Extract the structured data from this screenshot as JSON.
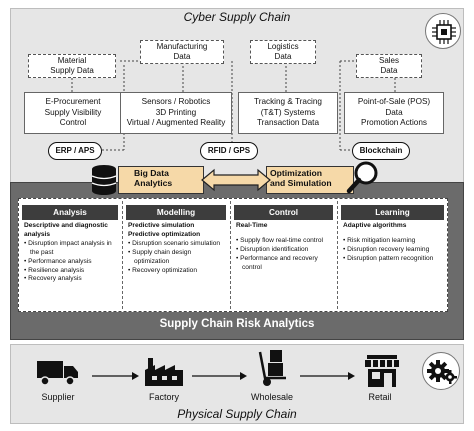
{
  "cyber_title": "Cyber Supply Chain",
  "physical_title": "Physical Supply Chain",
  "data_sources": [
    {
      "line1": "Material",
      "line2": "Supply Data"
    },
    {
      "line1": "Manufacturing",
      "line2": "Data"
    },
    {
      "line1": "Logistics",
      "line2": "Data"
    },
    {
      "line1": "Sales",
      "line2": "Data"
    }
  ],
  "technologies": [
    {
      "line1": "E-Procurement",
      "line2": "Supply Visibility",
      "line3": "Control"
    },
    {
      "line1": "Sensors / Robotics",
      "line2": "3D Printing",
      "line3": "Virtual / Augmented Reality"
    },
    {
      "line1": "Tracking & Tracing",
      "line2": "(T&T) Systems",
      "line3": "Transaction Data"
    },
    {
      "line1": "Point-of-Sale (POS)",
      "line2": "Data",
      "line3": "Promotion Actions"
    }
  ],
  "pills": [
    "ERP / APS",
    "RFID / GPS",
    "Blockchain"
  ],
  "big_data": {
    "line1": "Big Data",
    "line2": "Analytics"
  },
  "optimization": {
    "line1": "Optimization",
    "line2": "and Simulation"
  },
  "columns": [
    {
      "head": "Analysis",
      "bold": [
        "Descriptive and diagnostic analysis"
      ],
      "items": [
        "Disruption impact analysis in the past",
        "Performance analysis",
        "Resilience analysis",
        "Recovery analysis"
      ]
    },
    {
      "head": "Modelling",
      "bold": [
        "Predictive simulation",
        "Predictive optimization"
      ],
      "items": [
        "Disruption scenario simulation",
        "Supply chain design optimization",
        "Recovery optimization"
      ]
    },
    {
      "head": "Control",
      "bold": [
        "Real-Time"
      ],
      "items": [
        "Supply flow real-time control",
        "Disruption identification",
        "Performance and recovery control"
      ]
    },
    {
      "head": "Learning",
      "bold": [
        "Adaptive algorithms"
      ],
      "items": [
        "Risk mitigation learning",
        "Disruption recovery learning",
        "Disruption pattern recognition"
      ]
    }
  ],
  "analytics_title": "Supply Chain Risk Analytics",
  "nodes": [
    "Supplier",
    "Factory",
    "Wholesale",
    "Retail"
  ],
  "colors": {
    "accent_orange": "#f6d9a8",
    "dark_band": "#6b6b6b",
    "panel_grey": "#e6e6e6"
  }
}
